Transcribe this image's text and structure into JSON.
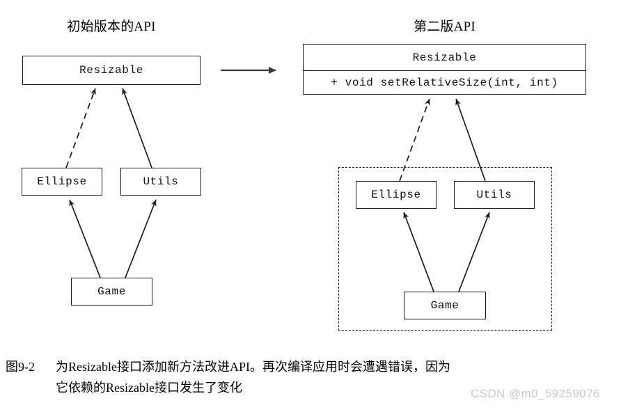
{
  "figure": {
    "caption_label": "图9-2",
    "caption_lines": [
      "为Resizable接口添加新方法改进API。再次编译应用时会遭遇错误，因为",
      "它依赖的Resizable接口发生了变化"
    ],
    "watermark": "CSDN @m0_59259076",
    "transition_arrow": "right-arrow-icon",
    "colors": {
      "stroke": "#1a1a1a",
      "background": "#ffffff",
      "watermark": "#c9c9c9"
    }
  },
  "left_panel": {
    "title": "初始版本的API",
    "boxes": {
      "resizable": {
        "name": "Resizable"
      },
      "ellipse": {
        "name": "Ellipse"
      },
      "utils": {
        "name": "Utils"
      },
      "game": {
        "name": "Game"
      }
    },
    "relations": [
      {
        "from": "Ellipse",
        "to": "Resizable",
        "style": "dashed",
        "arrow": "open"
      },
      {
        "from": "Utils",
        "to": "Resizable",
        "style": "solid",
        "arrow": "open"
      },
      {
        "from": "Game",
        "to": "Ellipse",
        "style": "solid",
        "arrow": "open"
      },
      {
        "from": "Game",
        "to": "Utils",
        "style": "solid",
        "arrow": "open"
      }
    ]
  },
  "right_panel": {
    "title": "第二版API",
    "boxes": {
      "resizable": {
        "name": "Resizable",
        "method": "+ void setRelativeSize(int, int)"
      },
      "ellipse": {
        "name": "Ellipse"
      },
      "utils": {
        "name": "Utils"
      },
      "game": {
        "name": "Game"
      }
    },
    "group": {
      "style": "dashed",
      "label": ""
    },
    "relations": [
      {
        "from": "Ellipse",
        "to": "Resizable",
        "style": "dashed",
        "arrow": "open"
      },
      {
        "from": "Utils",
        "to": "Resizable",
        "style": "solid",
        "arrow": "open"
      },
      {
        "from": "Game",
        "to": "Ellipse",
        "style": "solid",
        "arrow": "open"
      },
      {
        "from": "Game",
        "to": "Utils",
        "style": "solid",
        "arrow": "open"
      }
    ]
  }
}
